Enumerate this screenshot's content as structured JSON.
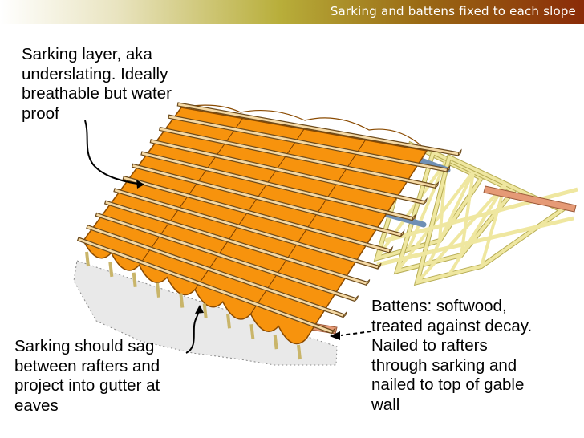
{
  "header": {
    "title": "Sarking and battens fixed to each slope"
  },
  "diagram": {
    "subject": "roof",
    "labels": {
      "sarking_layer": [
        "Sarking layer, aka",
        "underslating. Ideally",
        "breathable but water",
        "proof"
      ],
      "sarking_sag": [
        "Sarking should sag",
        "between rafters and",
        "project into gutter at",
        "eaves"
      ],
      "battens": [
        "Battens: softwood,",
        "treated against decay.",
        "Nailed to rafters",
        "through sarking and",
        "nailed to top of gable",
        "wall"
      ]
    },
    "colors": {
      "sarking": "#f7930d",
      "batten": "#f5d9a4",
      "truss": "#efe7a0",
      "wall_plate": "#e59a76",
      "ties": "#6f8fb4",
      "leader": "#000000"
    }
  }
}
